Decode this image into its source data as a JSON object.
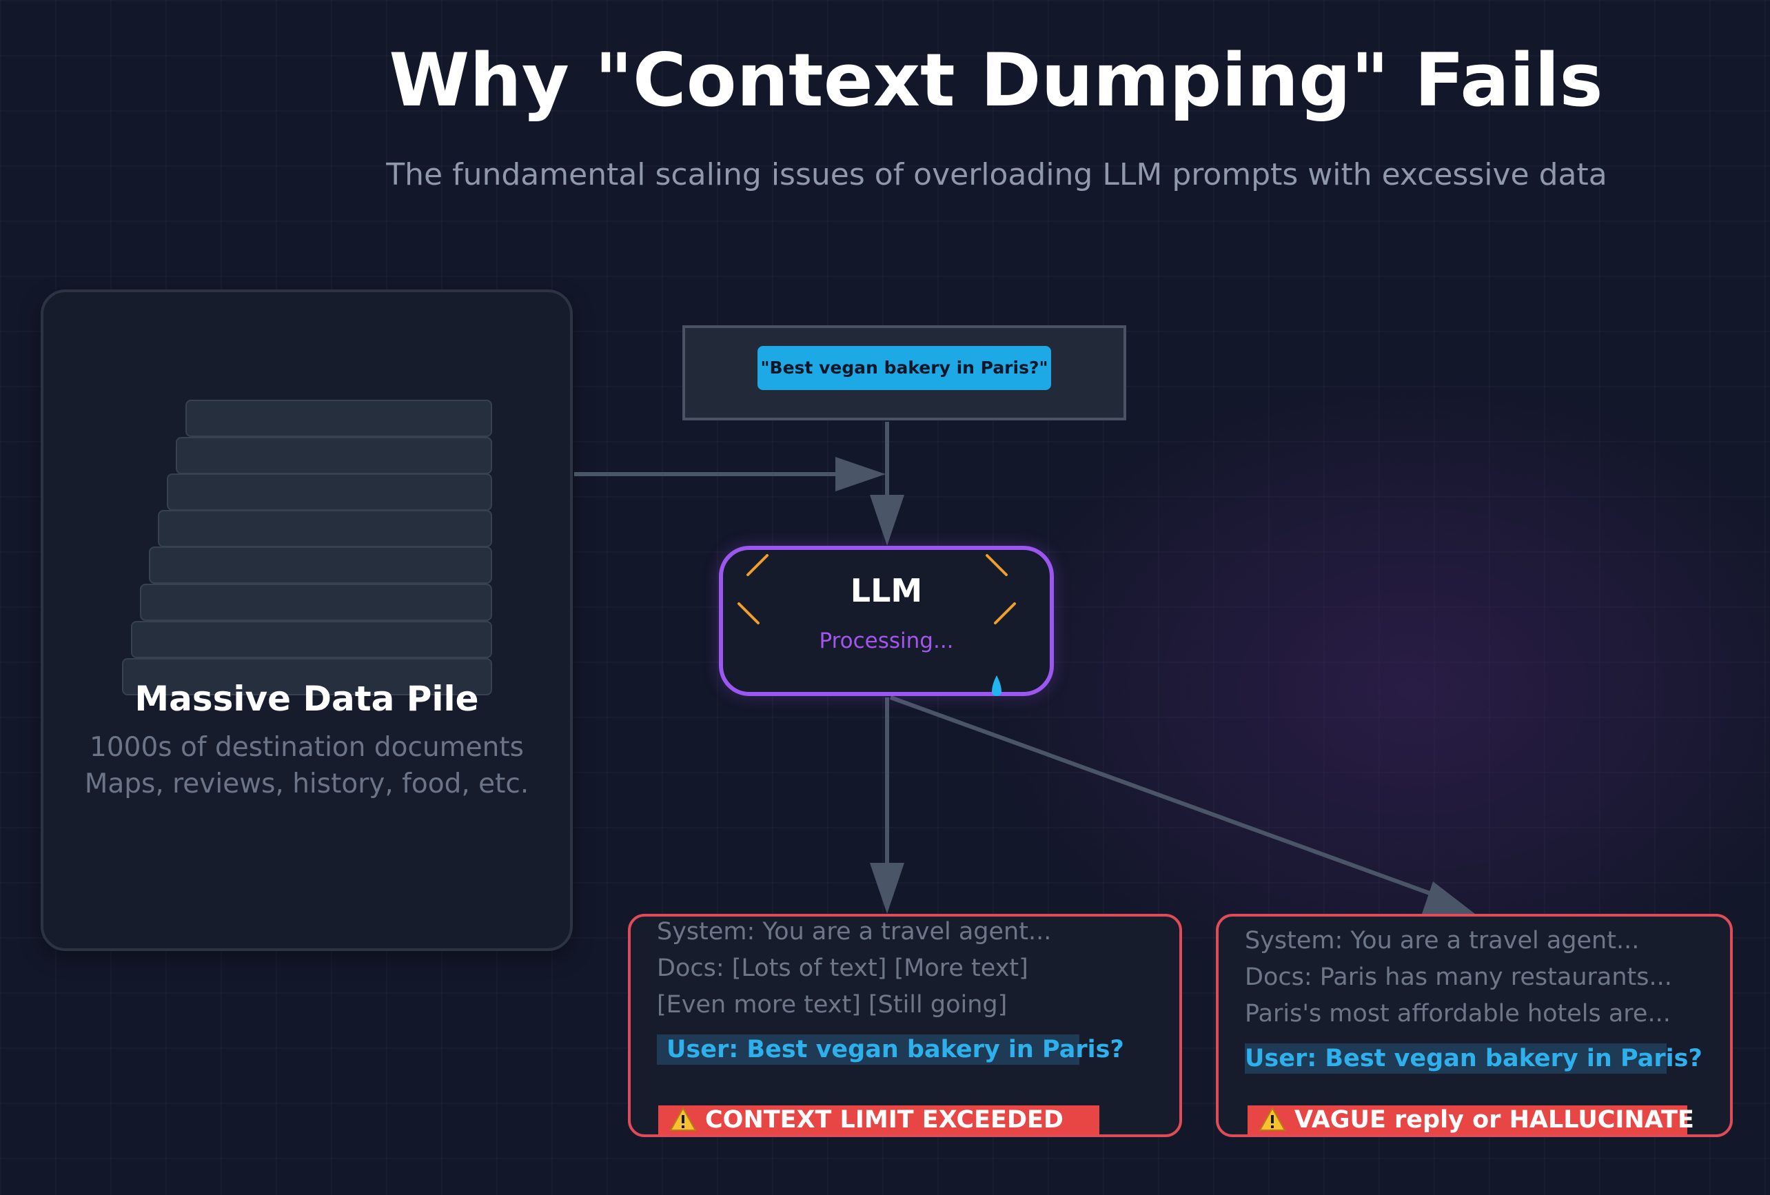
{
  "header": {
    "title": "Why \"Context Dumping\" Fails",
    "subtitle": "The fundamental scaling issues of overloading LLM prompts with excessive data"
  },
  "data_pile": {
    "title": "Massive Data Pile",
    "line1": "1000s of destination documents",
    "line2": "Maps, reviews, history, food, etc."
  },
  "query": {
    "text": "\"Best vegan bakery in Paris?\""
  },
  "llm": {
    "title": "LLM",
    "status": "Processing..."
  },
  "outcome_left": {
    "line1": "System: You are a travel agent...",
    "line2": "Docs: [Lots of text] [More text]",
    "line3": "[Even more text] [Still going]",
    "user": "User: Best vegan bakery in Paris?",
    "warning": "CONTEXT LIMIT EXCEEDED"
  },
  "outcome_right": {
    "line1": "System: You are a travel agent...",
    "line2": "Docs: Paris has many restaurants...",
    "line3": "Paris's most affordable hotels are...",
    "user": "User: Best vegan bakery in Paris?",
    "warning": "VAGUE reply or HALLUCINATE"
  },
  "colors": {
    "accent_purple": "#9b57ef",
    "accent_blue": "#1da8e6",
    "error_red": "#e84545",
    "spark_orange": "#f0a02a",
    "connector": "#4b5568"
  }
}
